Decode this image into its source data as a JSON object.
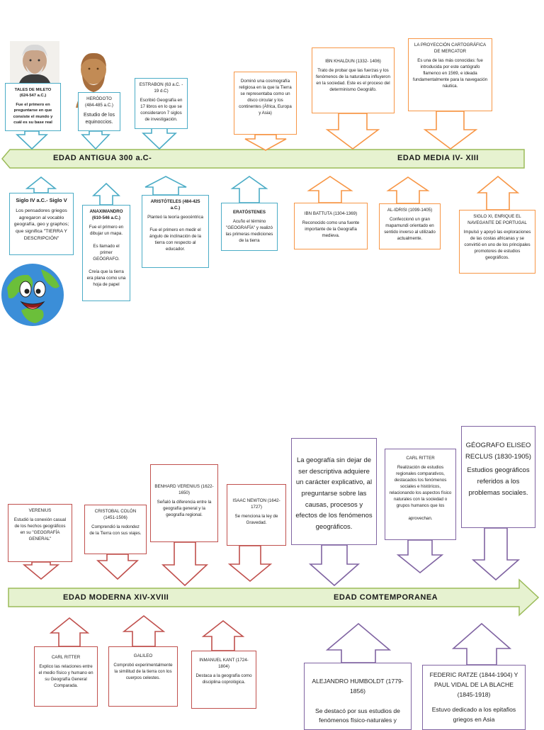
{
  "colors": {
    "blue": "#4bacc6",
    "orange": "#f79646",
    "red": "#c0504d",
    "purple": "#8064a2",
    "band_fill": "#e6f2d0",
    "band_stroke": "#9bbb59"
  },
  "bands": {
    "antigua": "EDAD ANTIGUA 300 a.C-",
    "media": "EDAD MEDIA IV- XIII",
    "moderna": "EDAD MODERNA XIV-XVIII",
    "contemporanea": "EDAD COMTEMPORANEA"
  },
  "antigua_top": [
    {
      "title": "TALES DE MILETO\n(624-547 a.C.)",
      "desc": "Fue el primero en preguntarse en que consiste el mundo y cuál es su base real"
    },
    {
      "title": "HERÓDOTO (484-485 a.C.)",
      "desc": "Estudio de los equinoccios."
    },
    {
      "title": "ESTRABON (63 a.C. - 19 d.C)",
      "desc": "Escribió Geografía en 17 libros en lo que se consideraron 7 siglos de investigación."
    }
  ],
  "antigua_bottom": [
    {
      "title": "Siglo IV a.C.- Siglo V",
      "desc": "Los pensadores griegos agregaron al vocablo geografía, geo y graphos; que significa \"TIERRA Y DESCRIPCIÓN\""
    },
    {
      "title": "ANAXIMANDRO\n(610-546 a.C.)",
      "desc": "Fue el primero en dibujar un mapa.\n\nEs llamado el primer GEÓGRAFO.\n\nCreía que la tierra era plana como una hoja de papel"
    },
    {
      "title": "ARISTÓTELES (484-425 a.C.)",
      "desc": "Planteó la teoría geocéntrica\n\nFue el primero en medir el ángulo de inclinación de la tierra con respecto al educador."
    },
    {
      "title": "ERATÓSTENES",
      "desc": "Acuño el término \"GEOGRAFÍA\" y realizó las primeras mediciones de la tierra"
    }
  ],
  "media_top": [
    {
      "title": "",
      "desc": "Dominó una cosmografía religiosa en la que la Tierra se representaba como un disco circular y los continentes (África, Europa y Asia)"
    },
    {
      "title": "IBN KHALDUN (1332- 1406)",
      "desc": "Trato de probar que las fuerzas y los fenómenos de la naturaleza influyeron en la sociedad. Este es el proceso del determinismo Geográfo."
    },
    {
      "title": "LA PROYECCIÓN CARTOGRÁFICA DE MERCATOR",
      "desc": "Es una de las más conocidas: fue introducida por este cartógrafo flamenco en 1569, e ideada fundamentalmente para la navegación náutica."
    }
  ],
  "media_bottom": [
    {
      "title": "IBN BATTUTA (1304-1369)",
      "desc": "Reconocido como una fuente importante de la Geografía medieva."
    },
    {
      "title": "AL-IDRISI (1099-1405)",
      "desc": "Confeccionó un gran mapamundi orientado en sentido inverso al utilizado actualmente."
    },
    {
      "title": "SIGLO XI, ENRIQUE EL NAVEGANTE DE PORTUGAL",
      "desc": "Impulsó y apoyó las exploraciones de las costas africanas y se convirtió en uno de los principales promotores de estudios geográficos."
    }
  ],
  "moderna_top": [
    {
      "title": "VERENIUS",
      "desc": "Estudió la conexión casual de los hechos geográficos en su \"GEOGRAFÍA GENERAL\""
    },
    {
      "title": "CRISTOBAL COLÓN\n(1451-1506)",
      "desc": "Comprendió la redondez de la Tierra con sus viajes."
    },
    {
      "title": "BENHARD VERENIUS (1622-1650)",
      "desc": "Señaló la diferencia entre la geografía general y la geografía regional."
    },
    {
      "title": "ISAAC NEWTON (1642-1727)",
      "desc": "Se menciona la ley de Gravedad."
    }
  ],
  "moderna_bottom": [
    {
      "title": "CARL RITTER",
      "desc": "Explico las relaciones entre el medio físico y humano en su Geografía General Comparada."
    },
    {
      "title": "GALILEO",
      "desc": "Comprobó experimentalmente la similitud de la tierra con los cuerpos celestes."
    },
    {
      "title": "INMANUEL KANT (1724-1804)",
      "desc": "Destaca a la geografía como disciplina coprológica."
    }
  ],
  "contemporanea_top": [
    {
      "title": "",
      "desc": "La geografía sin dejar de ser descriptiva adquiere un carácter explicativo, al preguntarse sobre las causas, procesos y efectos de los fenómenos geográficos."
    },
    {
      "title": "CARL RITTER",
      "desc": "Realización de estudios regionales comparativos, destacados los fenómenos sociales e históricos, relacionando los aspectos físico naturales con la sociedad o grupos humanos que los\n\naprovechan."
    },
    {
      "title": "GÉOGRAFO ELISEO RECLUS (1830-1905)",
      "desc": "Estudios geográficos referidos a los problemas sociales."
    }
  ],
  "contemporanea_bottom": [
    {
      "title": "ALEJANDRO HUMBOLDT (1779-1856)",
      "desc": "Se destacó por sus estudios de fenómenos físico-naturales y"
    },
    {
      "title": "FEDERIC RATZE (1844-1904) Y PAUL VIDAL DE LA BLACHE (1845-1918)",
      "desc": "Estuvo dedicado a los epitafios griegos en Asia"
    }
  ]
}
